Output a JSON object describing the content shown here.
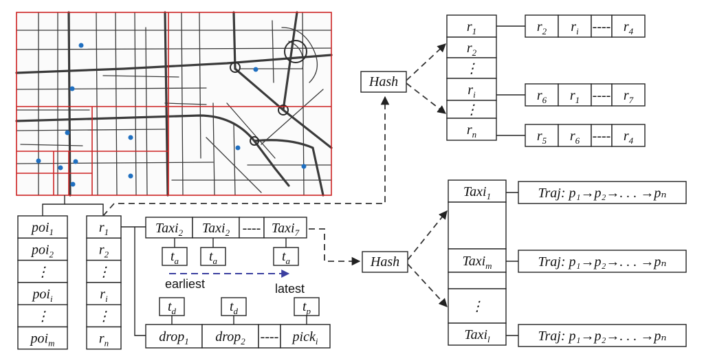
{
  "colors": {
    "grid": "#cc2222",
    "poi": "#1f6fc0",
    "time_arrow": "#3b3fa0"
  },
  "hash_top": {
    "label": "Hash"
  },
  "hash_bottom": {
    "label": "Hash"
  },
  "region_table": [
    {
      "base": "r",
      "sub": "1"
    },
    {
      "base": "r",
      "sub": "2"
    },
    {
      "base": "",
      "sub": "",
      "dots": true
    },
    {
      "base": "r",
      "sub": "i"
    },
    {
      "base": "",
      "sub": "",
      "dots": true
    },
    {
      "base": "r",
      "sub": "n"
    }
  ],
  "region_chains": [
    [
      {
        "base": "r",
        "sub": "2"
      },
      {
        "base": "r",
        "sub": "i"
      },
      {
        "base": "----",
        "sub": ""
      },
      {
        "base": "r",
        "sub": "4"
      }
    ],
    [
      {
        "base": "r",
        "sub": "6"
      },
      {
        "base": "r",
        "sub": "1"
      },
      {
        "base": "----",
        "sub": ""
      },
      {
        "base": "r",
        "sub": "7"
      }
    ],
    [
      {
        "base": "r",
        "sub": "5"
      },
      {
        "base": "r",
        "sub": "6"
      },
      {
        "base": "----",
        "sub": ""
      },
      {
        "base": "r",
        "sub": "4"
      }
    ]
  ],
  "poi_column": [
    {
      "base": "poi",
      "sub": "1"
    },
    {
      "base": "poi",
      "sub": "2"
    },
    {
      "base": "",
      "sub": "",
      "dots": true
    },
    {
      "base": "poi",
      "sub": "i"
    },
    {
      "base": "",
      "sub": "",
      "dots": true
    },
    {
      "base": "poi",
      "sub": "m"
    }
  ],
  "r_column": [
    {
      "base": "r",
      "sub": "1"
    },
    {
      "base": "r",
      "sub": "2"
    },
    {
      "base": "",
      "sub": "",
      "dots": true
    },
    {
      "base": "r",
      "sub": "i"
    },
    {
      "base": "",
      "sub": "",
      "dots": true
    },
    {
      "base": "r",
      "sub": "n"
    }
  ],
  "taxi_row": [
    {
      "base": "Taxi",
      "sub": "2"
    },
    {
      "base": "Taxi",
      "sub": "2"
    },
    {
      "base": "----",
      "sub": ""
    },
    {
      "base": "Taxi",
      "sub": "7"
    }
  ],
  "time_a": [
    {
      "base": "t",
      "sub": "a"
    },
    {
      "base": "t",
      "sub": "a"
    },
    {
      "base": "t",
      "sub": "a"
    }
  ],
  "time_d": [
    {
      "base": "t",
      "sub": "d"
    },
    {
      "base": "t",
      "sub": "d"
    },
    {
      "base": "t",
      "sub": "p"
    }
  ],
  "order_labels": {
    "earliest": "earliest",
    "latest": "latest"
  },
  "drop_row": [
    {
      "base": "drop",
      "sub": "1"
    },
    {
      "base": "drop",
      "sub": "2"
    },
    {
      "base": "----",
      "sub": ""
    },
    {
      "base": "pick",
      "sub": "i"
    }
  ],
  "taxi_table": [
    {
      "base": "Taxi",
      "sub": "1"
    },
    {
      "base": "",
      "sub": ""
    },
    {
      "base": "Taxi",
      "sub": "m"
    },
    {
      "base": "",
      "sub": ""
    },
    {
      "base": "",
      "sub": "",
      "dots": true
    },
    {
      "base": "Taxi",
      "sub": "l"
    }
  ],
  "traj_label": "Traj: p₁→p₂→. . . →pₙ",
  "traj_rows": [
    "Traj: p₁→p₂→. . . →pₙ",
    "Traj: p₁→p₂→. . . →pₙ",
    "Traj: p₁→p₂→. . . →pₙ"
  ]
}
